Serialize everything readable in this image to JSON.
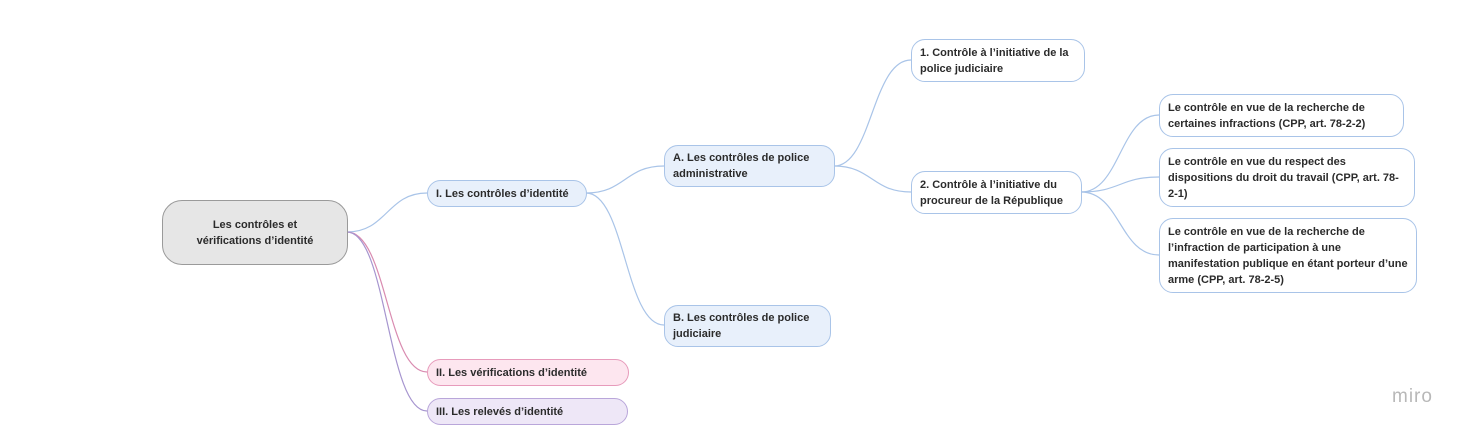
{
  "root": {
    "label": "Les contrôles et vérifications d’identité"
  },
  "branches": {
    "I": {
      "label": "I. Les contrôles d’identité"
    },
    "II": {
      "label": "II. Les vérifications d’identité"
    },
    "III": {
      "label": "III. Les relevés d’identité"
    }
  },
  "sub": {
    "A": {
      "label": "A. Les contrôles de police administrative"
    },
    "B": {
      "label": "B. Les contrôles de police judiciaire"
    },
    "A1": {
      "label": "1. Contrôle à l’initiative de la police judiciaire"
    },
    "A2": {
      "label": "2. Contrôle à l’initiative du procureur de la République"
    }
  },
  "leaves": [
    {
      "label": "Le contrôle en vue de la recherche de certaines infractions (CPP, art. 78-2-2)"
    },
    {
      "label": "Le contrôle en vue du respect des dispositions du droit du travail (CPP, art. 78-2-1)"
    },
    {
      "label": "Le contrôle en vue de la recherche de l’infraction de participation à une manifestation publique en étant porteur d’une arme (CPP, art. 78-2-5)"
    }
  ],
  "watermark": "miro",
  "colors": {
    "blue_edge": "#a9c4e8",
    "pink_edge": "#d98bb0",
    "purple_edge": "#a695cf"
  }
}
